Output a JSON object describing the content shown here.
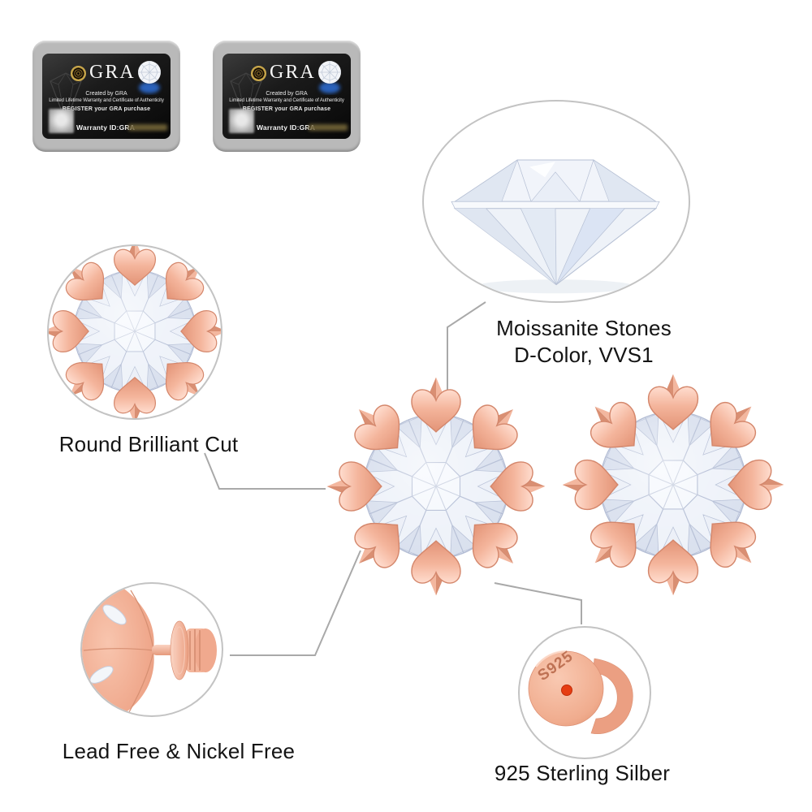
{
  "colors": {
    "rose_gold": "#efa98d",
    "rose_gold_light": "#ffd9c9",
    "rose_gold_dark": "#d88a6e",
    "stone_facet_blue": "#c7d0e2",
    "leader_line": "#a9a9a9",
    "label_text": "#141414",
    "card_frame_gray": "#b9b9b9",
    "card_body_black": "#0f0f0f",
    "seal_gold": "#c9a84c",
    "gem_glow_blue": "#2e6fd8",
    "back_dot_red": "#e63d12"
  },
  "certificates": [
    {
      "brand": "GRA",
      "created_by": "Created by GRA",
      "warranty_line": "Limited Lifetime Warranty and Certificate of Authenticity",
      "register_line": "REGISTER your GRA purchase",
      "warranty_id": "Warranty ID:GRA"
    },
    {
      "brand": "GRA",
      "created_by": "Created by GRA",
      "warranty_line": "Limited Lifetime Warranty and Certificate of Authenticity",
      "register_line": "REGISTER your GRA purchase",
      "warranty_id": "Warranty ID:GRA"
    }
  ],
  "callouts": {
    "moissanite": {
      "line1": "Moissanite Stones",
      "line2": "D-Color, VVS1"
    },
    "cut": {
      "label": "Round Brilliant Cut"
    },
    "lead_free": {
      "label": "Lead Free & Nickel Free"
    },
    "silver": {
      "label": "925 Sterling Silber",
      "engraving": "S925"
    }
  }
}
